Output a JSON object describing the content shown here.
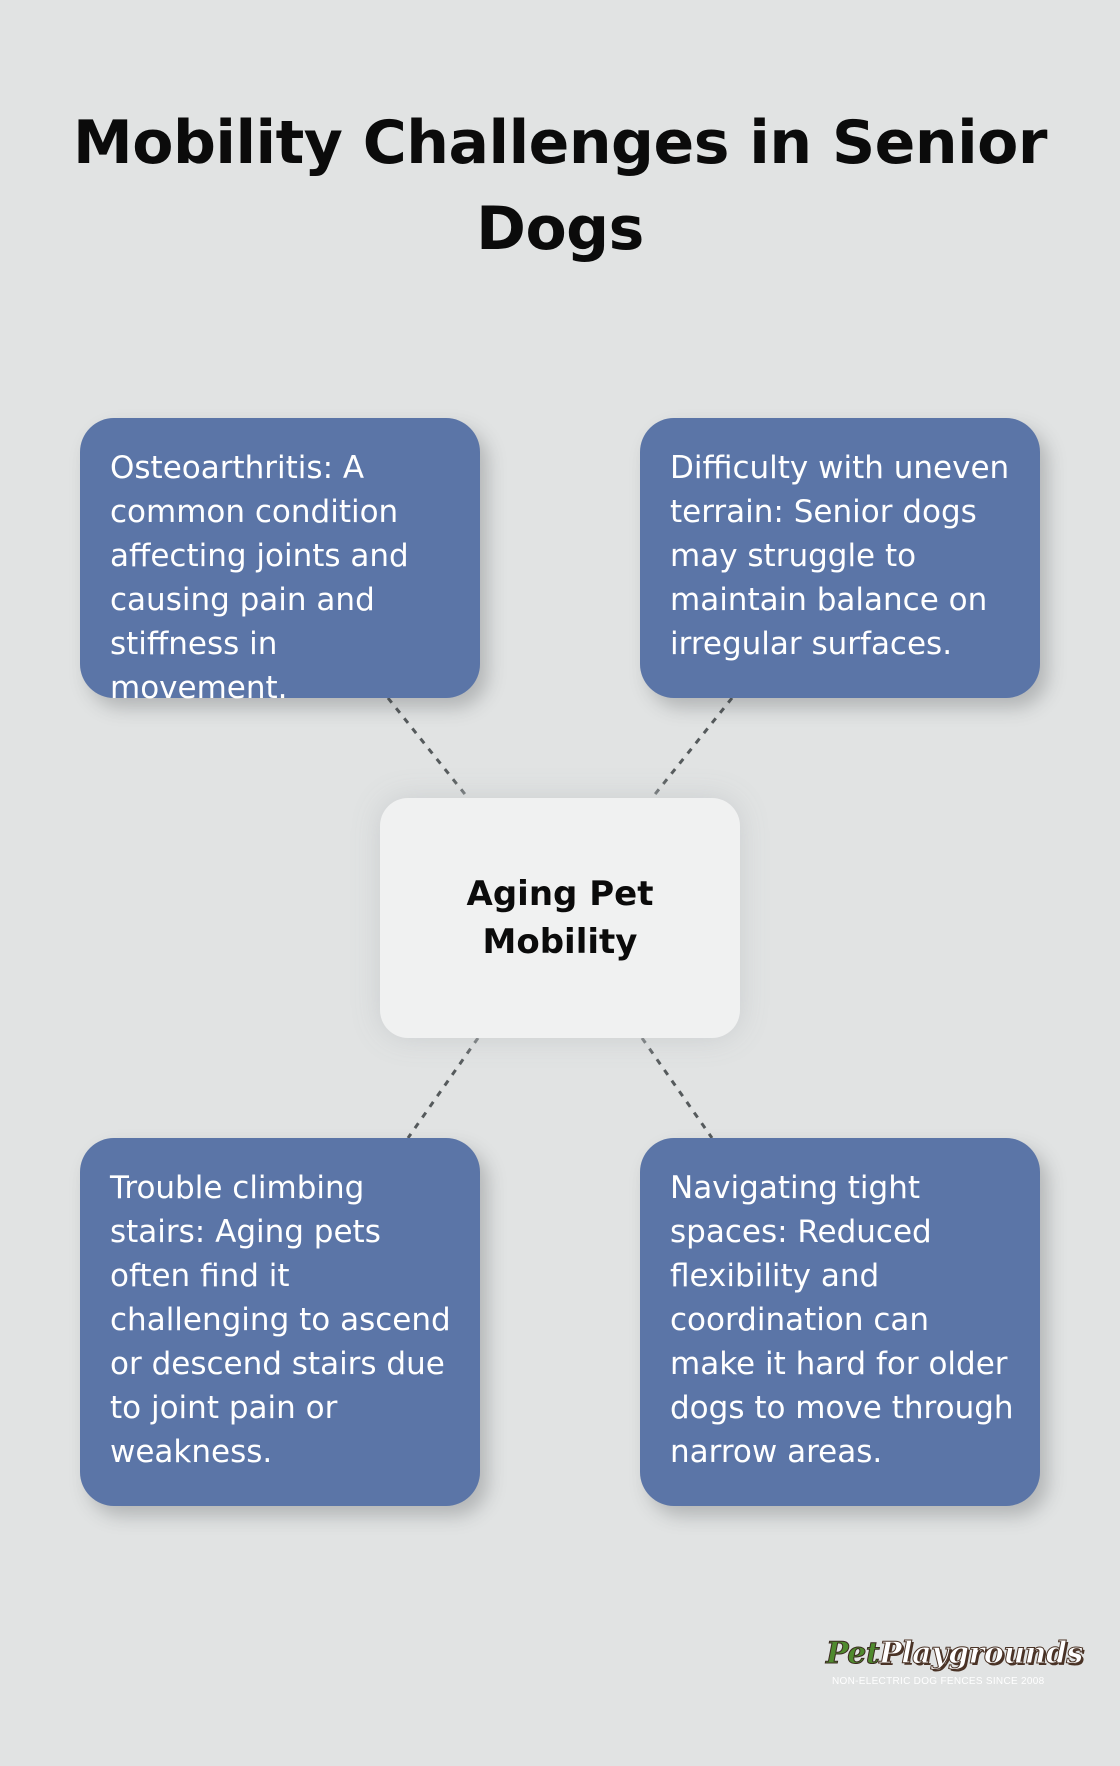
{
  "title": "Mobility Challenges in Senior Dogs",
  "center": {
    "label": "Aging Pet Mobility"
  },
  "nodes": [
    {
      "position": "top-left",
      "text": "Osteoarthritis: A common condition affecting joints and causing pain and stiffness in movement."
    },
    {
      "position": "top-right",
      "text": "Difficulty with uneven terrain: Senior dogs may struggle to maintain balance on irregular surfaces."
    },
    {
      "position": "bottom-left",
      "text": "Trouble climbing stairs: Aging pets often find it challenging to ascend or descend stairs due to joint pain or weakness."
    },
    {
      "position": "bottom-right",
      "text": "Navigating tight spaces: Reduced flexibility and coordination can make it hard for older dogs to move through narrow areas."
    }
  ],
  "logo": {
    "brand_first": "Pet",
    "brand_second": "Playgrounds",
    "tagline": "NON-ELECTRIC DOG FENCES SINCE 2008"
  },
  "colors": {
    "background": "#e1e3e3",
    "node_fill": "#5b75a7",
    "center_fill": "#f0f1f1",
    "connector": "#555a5c"
  }
}
